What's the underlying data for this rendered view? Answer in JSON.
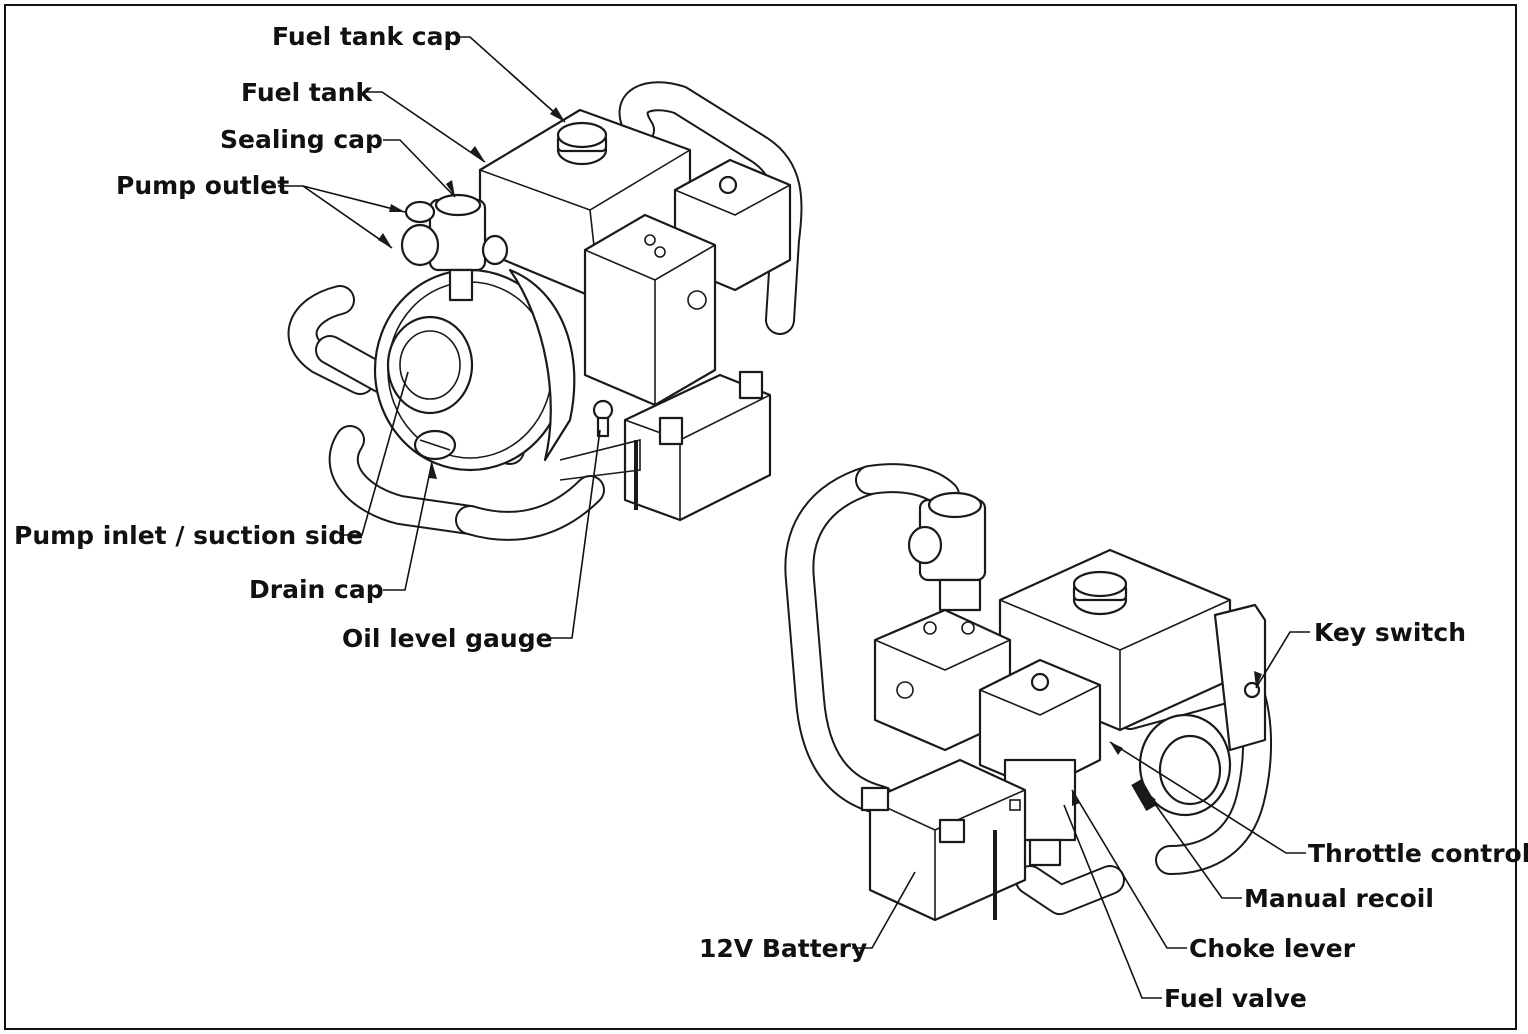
{
  "labels": {
    "fuel_tank_cap": "Fuel tank cap",
    "fuel_tank": "Fuel tank",
    "sealing_cap": "Sealing cap",
    "pump_outlet": "Pump outlet",
    "pump_inlet": "Pump inlet / suction side",
    "drain_cap": "Drain cap",
    "oil_level_gauge": "Oil level gauge",
    "key_switch": "Key switch",
    "throttle_control": "Throttle control",
    "manual_recoil": "Manual recoil",
    "choke_lever": "Choke lever",
    "fuel_valve": "Fuel valve",
    "battery": "12V Battery"
  },
  "colors": {
    "line": "#111111",
    "background": "#ffffff"
  },
  "icons": {
    "pump_front_view": "fire-pump-drawing",
    "pump_rear_view": "fire-pump-drawing"
  }
}
